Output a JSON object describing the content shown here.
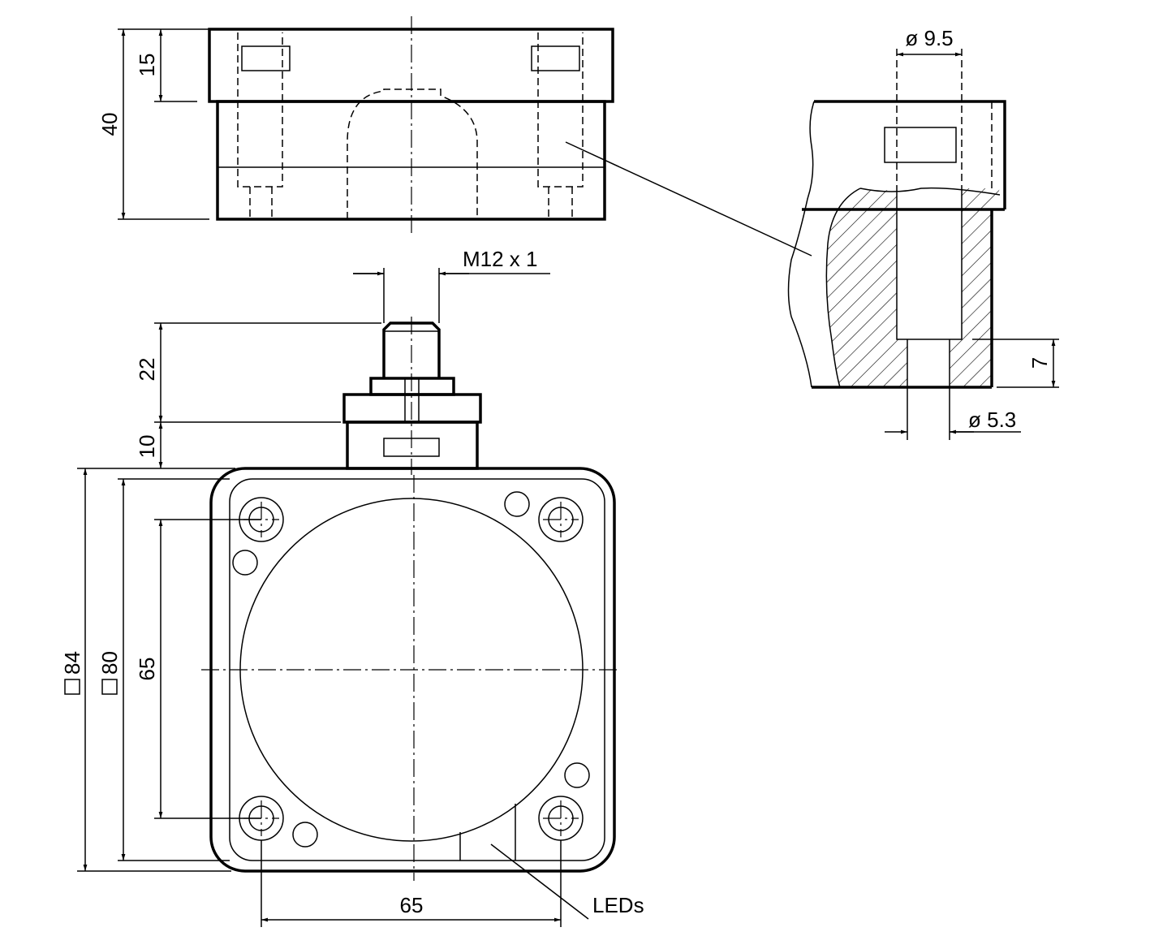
{
  "title": "Inductive sensor dimensional drawing",
  "dimensions": {
    "cap_height": "15",
    "total_height": "40",
    "thread": "M12 x 1",
    "connector_length": "22",
    "collar_height": "10",
    "outer_square": "84",
    "inner_square": "80",
    "hole_spacing_vertical": "65",
    "hole_spacing_horizontal": "65",
    "counterbore_diameter": "ø 9.5",
    "hole_diameter": "ø 5.3",
    "counterbore_depth": "7"
  },
  "labels": {
    "leds": "LEDs"
  },
  "square_symbol": "□"
}
